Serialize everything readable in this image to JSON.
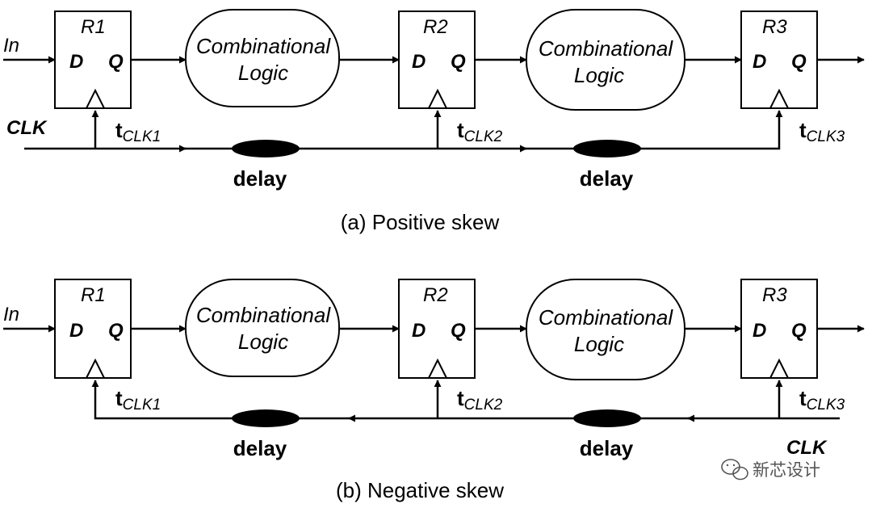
{
  "colors": {
    "stroke": "#000000",
    "background": "#ffffff",
    "watermark": "#555555"
  },
  "diagrams": [
    {
      "caption": "(a) Positive skew",
      "input_label": "In",
      "clk_label": "CLK",
      "registers": [
        {
          "name": "R1",
          "d": "D",
          "q": "Q",
          "clk_tap": {
            "t": "t",
            "sub": "CLK1"
          }
        },
        {
          "name": "R2",
          "d": "D",
          "q": "Q",
          "clk_tap": {
            "t": "t",
            "sub": "CLK2"
          }
        },
        {
          "name": "R3",
          "d": "D",
          "q": "Q",
          "clk_tap": {
            "t": "t",
            "sub": "CLK3"
          }
        }
      ],
      "logic_blocks": [
        {
          "line1": "Combinational",
          "line2": "Logic"
        },
        {
          "line1": "Combinational",
          "line2": "Logic"
        }
      ],
      "delays": [
        "delay",
        "delay"
      ]
    },
    {
      "caption": "(b) Negative skew",
      "input_label": "In",
      "clk_label": "CLK",
      "registers": [
        {
          "name": "R1",
          "d": "D",
          "q": "Q",
          "clk_tap": {
            "t": "t",
            "sub": "CLK1"
          }
        },
        {
          "name": "R2",
          "d": "D",
          "q": "Q",
          "clk_tap": {
            "t": "t",
            "sub": "CLK2"
          }
        },
        {
          "name": "R3",
          "d": "D",
          "q": "Q",
          "clk_tap": {
            "t": "t",
            "sub": "CLK3"
          }
        }
      ],
      "logic_blocks": [
        {
          "line1": "Combinational",
          "line2": "Logic"
        },
        {
          "line1": "Combinational",
          "line2": "Logic"
        }
      ],
      "delays": [
        "delay",
        "delay"
      ]
    }
  ],
  "watermark": {
    "icon": "wechat-icon",
    "text": "新芯设计"
  }
}
